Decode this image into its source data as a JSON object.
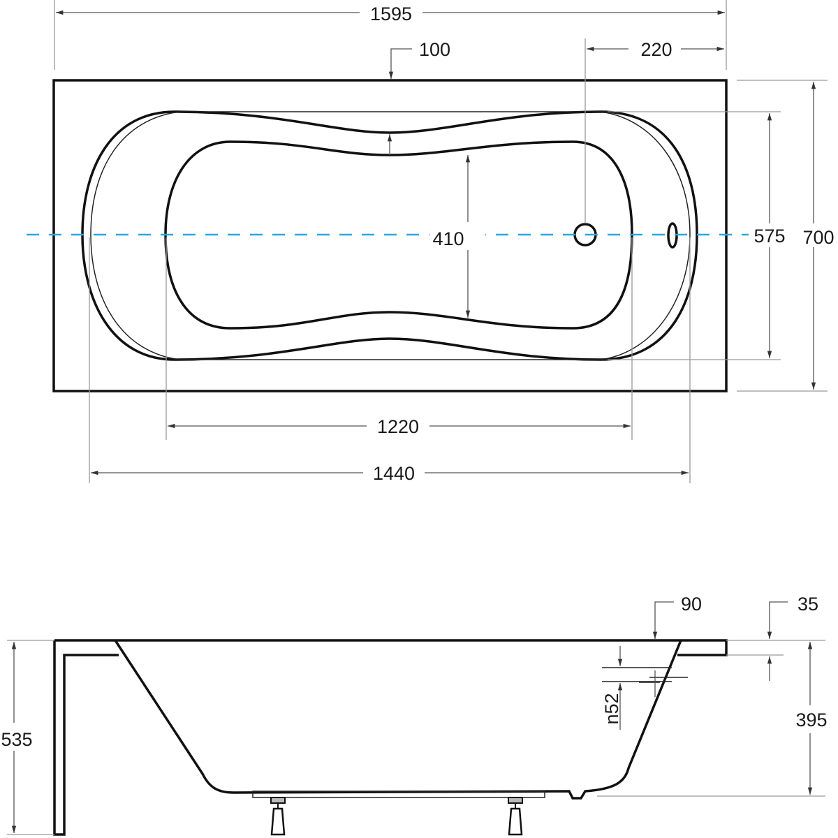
{
  "top_view": {
    "dims": {
      "overall_length": "1595",
      "rim_width": "100",
      "drain_offset": "220",
      "inner_width": "575",
      "overall_width": "700",
      "bottom_width": "410",
      "bottom_length": "1220",
      "inner_length": "1440"
    },
    "centerline_color": "#29a8e0"
  },
  "side_view": {
    "dims": {
      "overflow_offset": "90",
      "rim_thickness": "35",
      "total_height": "535",
      "depth": "395",
      "overflow_diameter": "n52"
    }
  }
}
